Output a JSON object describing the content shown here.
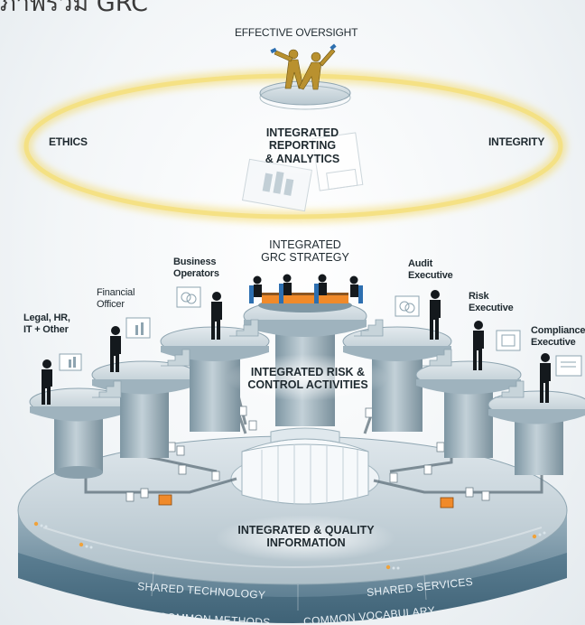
{
  "header_text": "ภาพรวม GRC",
  "labels": {
    "effective_oversight": "EFFECTIVE OVERSIGHT",
    "ethics": "ETHICS",
    "integrity": "INTEGRITY",
    "reporting": [
      "INTEGRATED",
      "REPORTING",
      "& ANALYTICS"
    ],
    "strategy": [
      "INTEGRATED",
      "GRC STRATEGY"
    ],
    "risk_control": [
      "INTEGRATED RISK &",
      "CONTROL ACTIVITIES"
    ],
    "quality_info": [
      "INTEGRATED & QUALITY",
      "INFORMATION"
    ],
    "shared_technology": "SHARED TECHNOLOGY",
    "shared_services": "SHARED SERVICES",
    "common_methods": "COMMON METHODS",
    "common_vocabulary": "COMMON VOCABULARY"
  },
  "roles": [
    {
      "id": "legal",
      "lines": [
        "Legal, HR,",
        "IT + Other"
      ]
    },
    {
      "id": "financial",
      "lines": [
        "Financial",
        "Officer"
      ]
    },
    {
      "id": "business",
      "lines": [
        "Business",
        "Operators"
      ]
    },
    {
      "id": "audit",
      "lines": [
        "Audit",
        "Executive"
      ]
    },
    {
      "id": "risk",
      "lines": [
        "Risk",
        "Executive"
      ]
    },
    {
      "id": "compliance",
      "lines": [
        "Compliance",
        "Executive"
      ]
    }
  ],
  "colors": {
    "halo": "#f2d86a",
    "platform": "#a9bcc6",
    "platform_dark": "#6f8794",
    "base_ring": "#5d7f93",
    "base_ring_dark": "#3f6276",
    "figure": "#14191d",
    "accent_orange": "#f08a2a",
    "accent_blue": "#2d6fb0"
  }
}
